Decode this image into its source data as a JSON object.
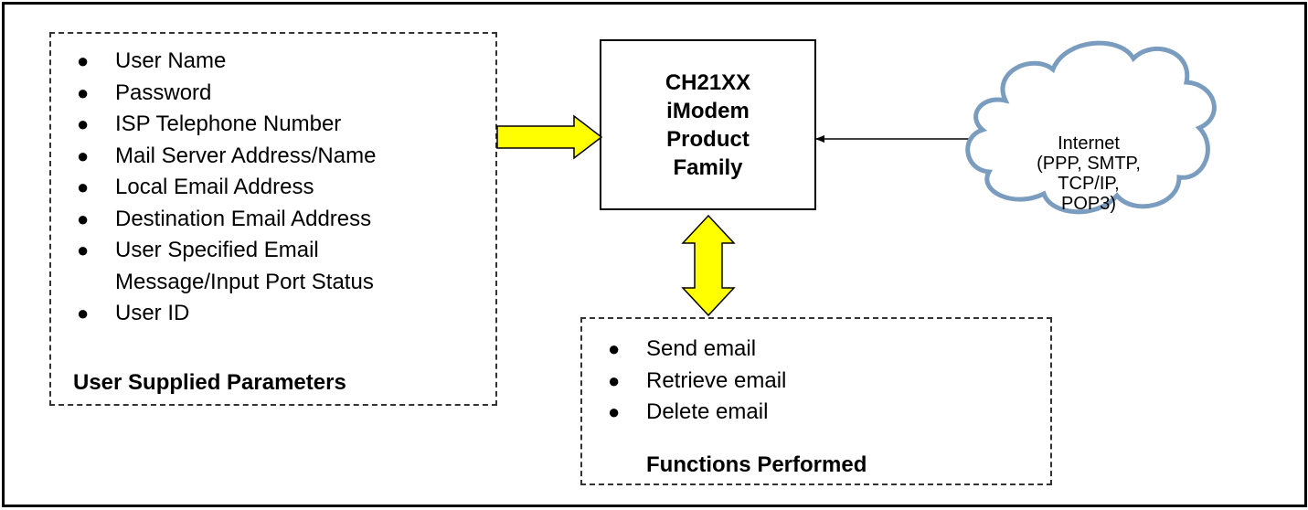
{
  "user_supplied": {
    "items": [
      "User Name",
      "Password",
      "ISP Telephone Number",
      "Mail Server Address/Name",
      "Local Email Address",
      "Destination Email Address",
      "User Specified Email",
      "Message/Input Port Status",
      "User ID"
    ],
    "title": "User Supplied Parameters"
  },
  "product": {
    "lines": [
      "CH21XX",
      "iModem",
      "Product",
      "Family"
    ]
  },
  "cloud": {
    "lines": [
      "Internet",
      "(PPP, SMTP, TCP/IP,",
      "POP3)"
    ]
  },
  "functions": {
    "items": [
      "Send email",
      "Retrieve email",
      "Delete email"
    ],
    "title": "Functions Performed"
  },
  "colors": {
    "arrow_fill": "#ffff00",
    "cloud_fill": "#ffffff",
    "cloud_stroke": "#7a9cbf"
  }
}
